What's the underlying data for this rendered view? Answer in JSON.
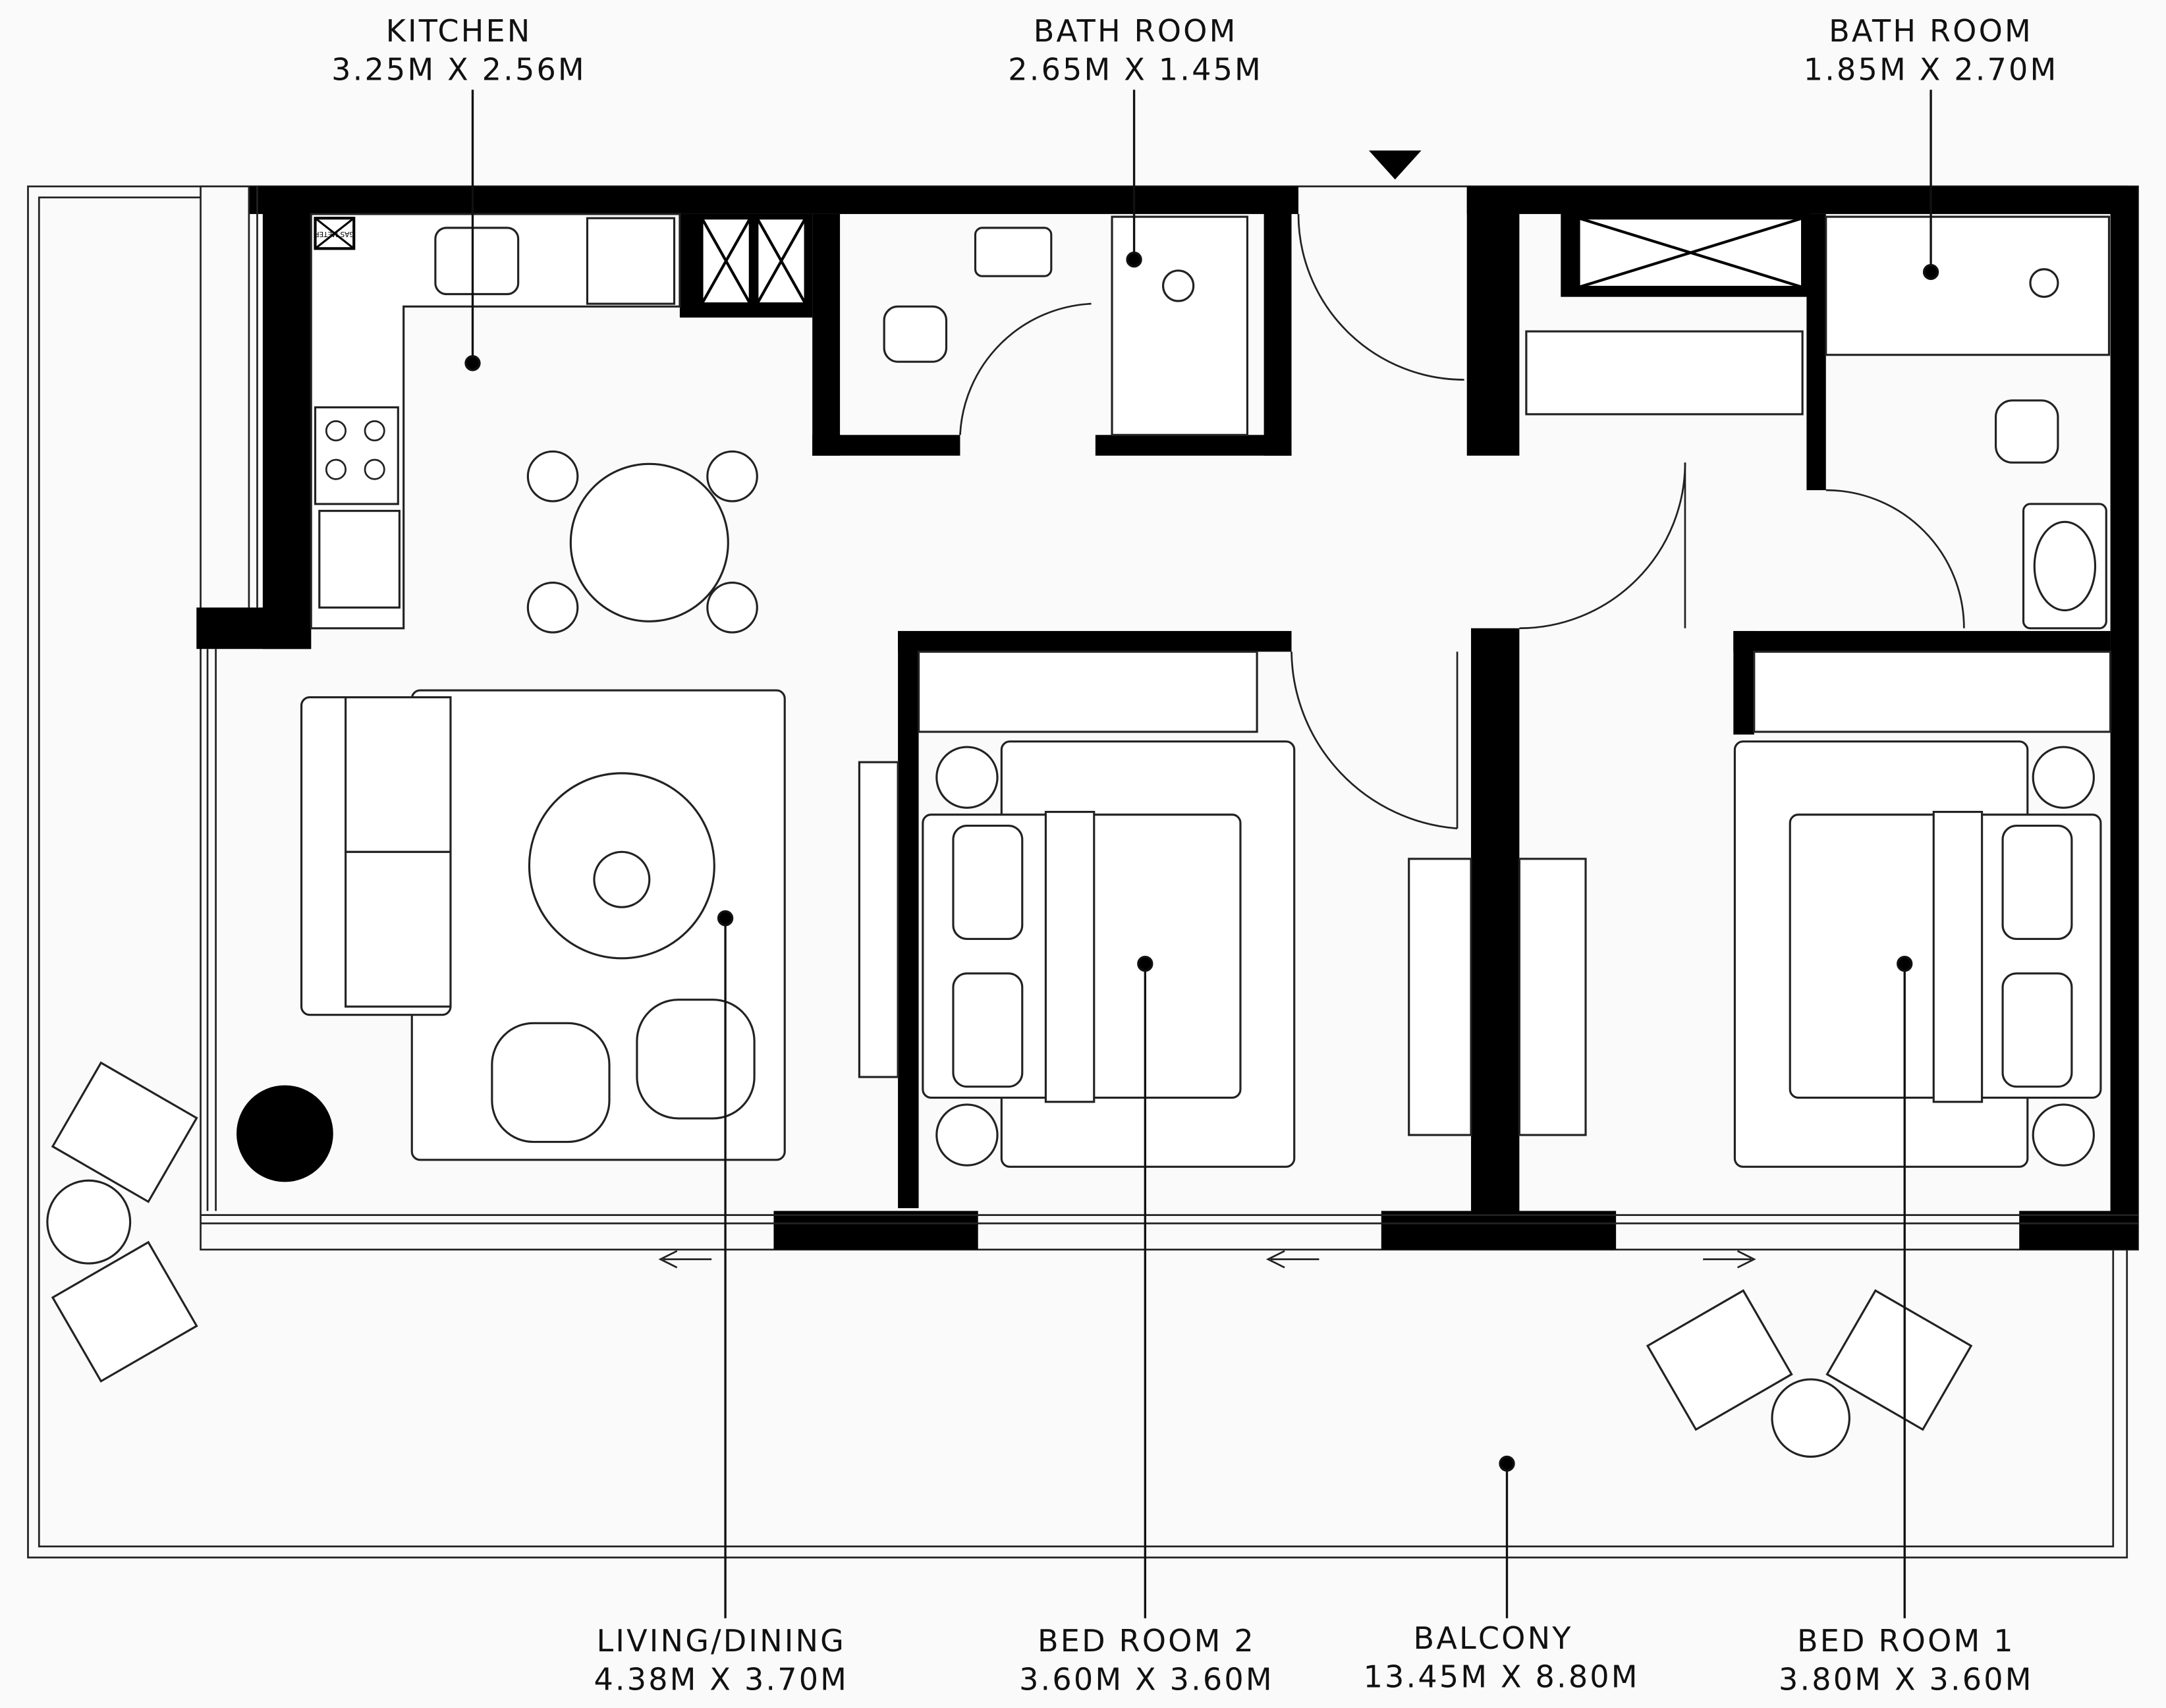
{
  "rooms": [
    {
      "name": "KITCHEN",
      "size": "3.25M X 2.56M"
    },
    {
      "name": "BATH ROOM",
      "size": "2.65M X 1.45M"
    },
    {
      "name": "BATH ROOM",
      "size": "1.85M X 2.70M"
    },
    {
      "name": "LIVING/DINING",
      "size": "4.38M X 3.70M"
    },
    {
      "name": "BED ROOM 2",
      "size": "3.60M X 3.60M"
    },
    {
      "name": "BALCONY",
      "size": "13.45M X 8.80M"
    },
    {
      "name": "BED ROOM 1",
      "size": "3.80M X 3.60M"
    }
  ],
  "gas_meter": "GAS METER",
  "colors": {
    "wall": "#000000",
    "background": "#fafafa",
    "line": "#222222"
  },
  "icons": [
    "entrance-arrow-icon",
    "sliding-door-arrow-icon"
  ]
}
